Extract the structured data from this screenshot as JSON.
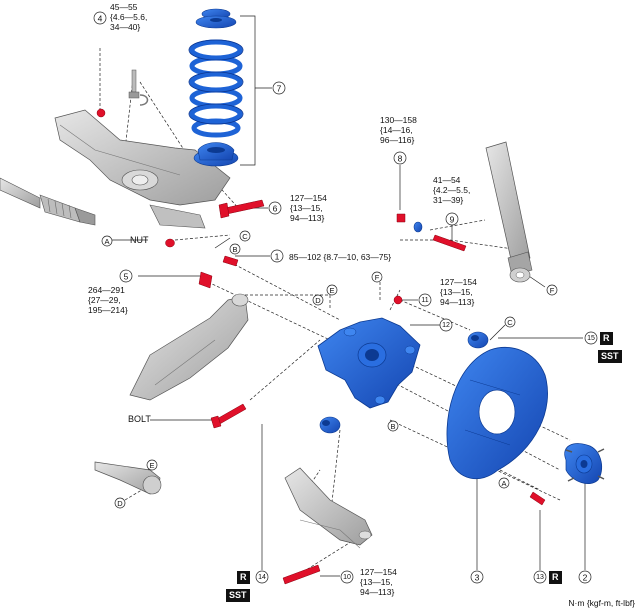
{
  "callouts": [
    {
      "id": "1",
      "num": "1"
    },
    {
      "id": "2",
      "num": "2"
    },
    {
      "id": "3",
      "num": "3"
    },
    {
      "id": "4",
      "num": "4"
    },
    {
      "id": "5",
      "num": "5"
    },
    {
      "id": "6",
      "num": "6"
    },
    {
      "id": "7",
      "num": "7"
    },
    {
      "id": "8",
      "num": "8"
    },
    {
      "id": "9",
      "num": "9"
    },
    {
      "id": "10",
      "num": "10"
    },
    {
      "id": "11",
      "num": "11"
    },
    {
      "id": "12",
      "num": "12"
    },
    {
      "id": "13",
      "num": "13"
    },
    {
      "id": "14",
      "num": "14"
    },
    {
      "id": "15",
      "num": "15"
    }
  ],
  "letters": {
    "A": "A",
    "B": "B",
    "C": "C",
    "D": "D",
    "E": "E",
    "F": "F"
  },
  "torques": {
    "t4": "45—55\n{4.6—5.6,\n34—40}",
    "t8": "130—158\n{14—16,\n96—116}",
    "t9": "41—54\n{4.2—5.5,\n31—39}",
    "t6": "127—154\n{13—15,\n94—113}",
    "t1": "85—102 {8.7—10, 63—75}",
    "t5": "264—291\n{27—29,\n195—214}",
    "t11": "127—154\n{13—15,\n94—113}",
    "t10": "127—154\n{13—15,\n94—113}"
  },
  "text_labels": {
    "nut": "NUT",
    "bolt": "BOLT"
  },
  "badges": {
    "r": "R",
    "sst": "SST"
  },
  "units": "N·m {kgf-m, ft-lbf}",
  "colors": {
    "spring": "#1e63d6",
    "knuckle": "#1e5ad8",
    "bolt": "#e0102a",
    "arm": "#c9c9c9"
  }
}
